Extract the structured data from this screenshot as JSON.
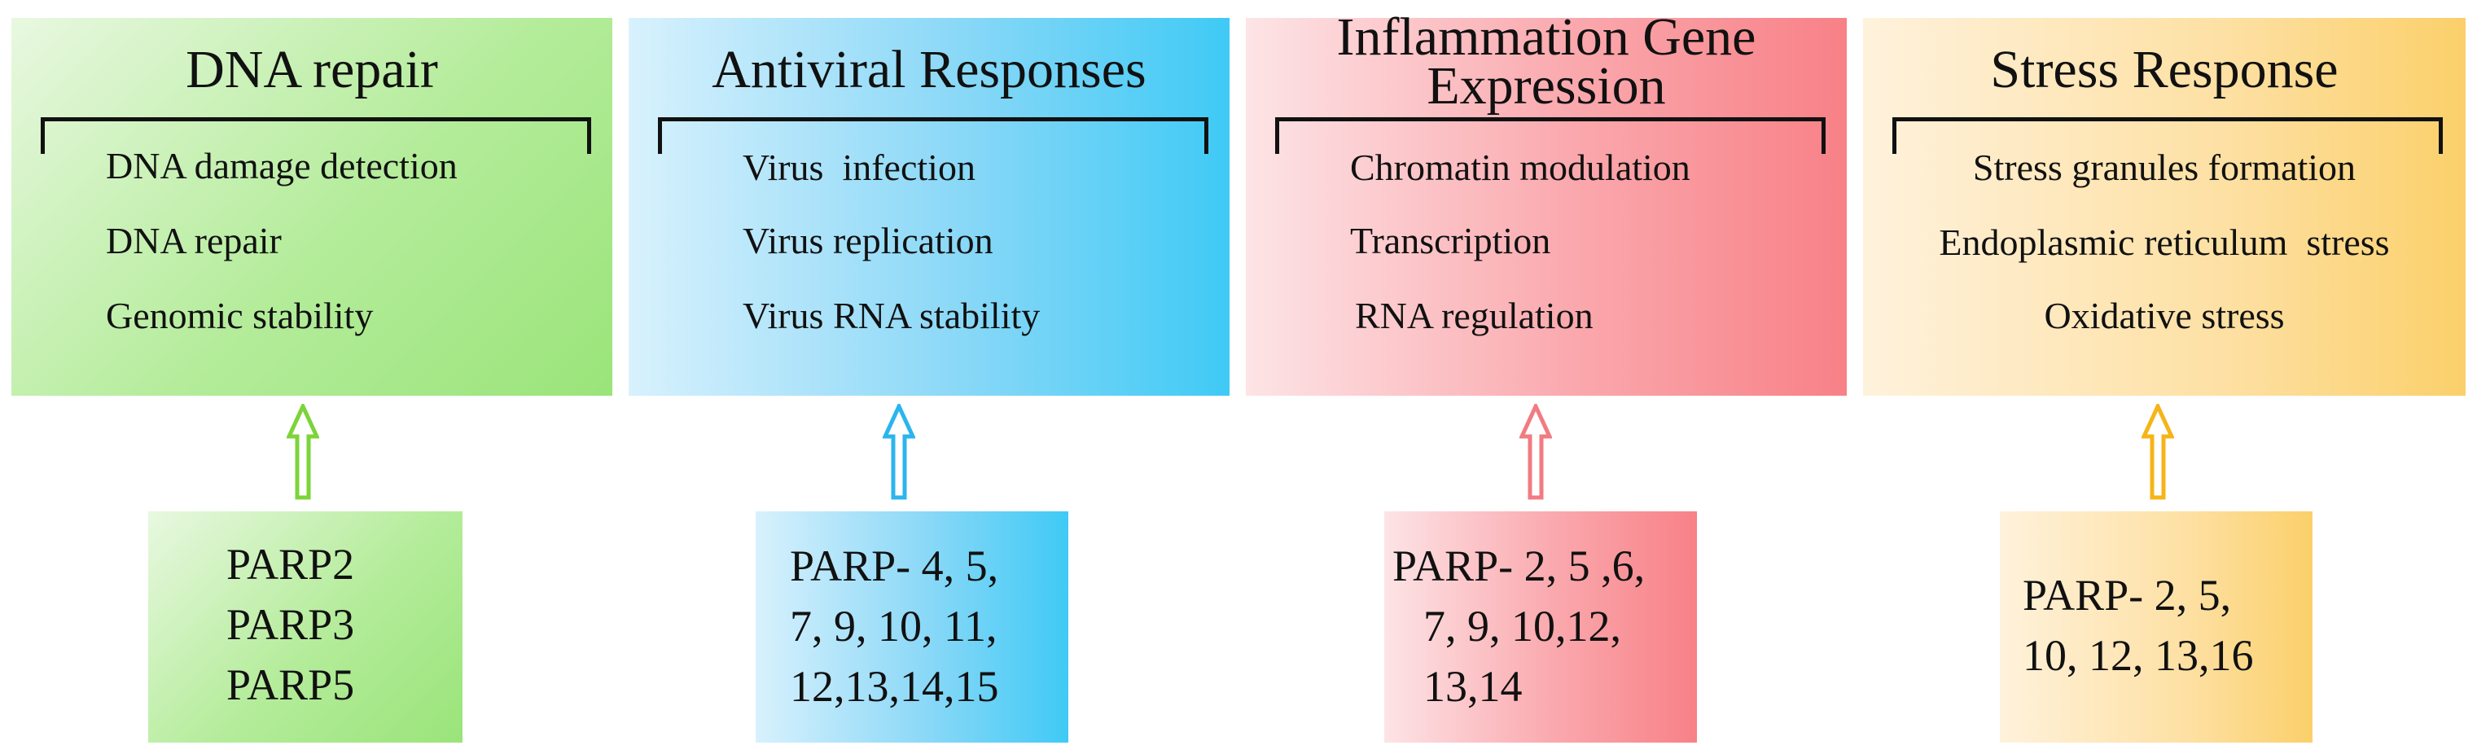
{
  "panels": [
    {
      "title_lines": [
        "DNA repair"
      ],
      "items": [
        "DNA damage detection",
        "DNA repair",
        "Genomic stability"
      ],
      "parp_lines": [
        "PARP2",
        "PARP3",
        "PARP5"
      ],
      "arrow_color": "#7dd43a"
    },
    {
      "title_lines": [
        "Antiviral Responses"
      ],
      "items": [
        "Virus  infection",
        "Virus replication",
        "Virus RNA stability"
      ],
      "parp_lines": [
        "PARP- 4, 5,",
        "7, 9, 10, 11,",
        "12,13,14,15"
      ],
      "arrow_color": "#2bb5ee"
    },
    {
      "title_lines": [
        "Inflammation Gene",
        "Expression"
      ],
      "items": [
        "Chromatin modulation",
        "Transcription",
        "RNA regulation"
      ],
      "parp_lines": [
        "PARP- 2, 5 ,6,",
        "7, 9, 10,12,",
        "13,14"
      ],
      "arrow_color": "#f27b82"
    },
    {
      "title_lines": [
        "Stress Response"
      ],
      "items": [
        "Stress granules formation",
        "Endoplasmic reticulum  stress",
        "Oxidative stress"
      ],
      "parp_lines": [
        "PARP- 2, 5,",
        "10, 12, 13,16"
      ],
      "arrow_color": "#f5b418"
    }
  ]
}
